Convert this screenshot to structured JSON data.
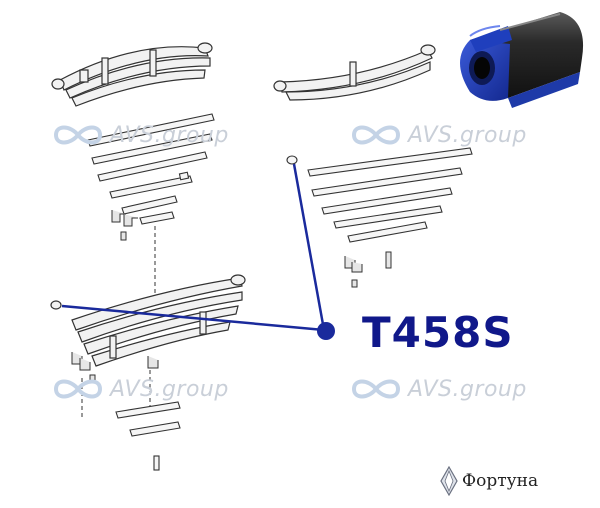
{
  "part_code": "T458S",
  "watermark_text": "AVS.group",
  "brand_name": "Фортуна",
  "icons": [
    "infinity-logo-icon",
    "fortuna-logo-icon"
  ],
  "colors": {
    "callout": "#1a2a9c",
    "part_code": "#10188a",
    "bushing_rubber": "#1f3fbd",
    "bushing_metal": "#2b2b2b",
    "watermark": "#c9cfd8",
    "line_art": "#333333",
    "leaf_fill": "#f2f2f2"
  }
}
